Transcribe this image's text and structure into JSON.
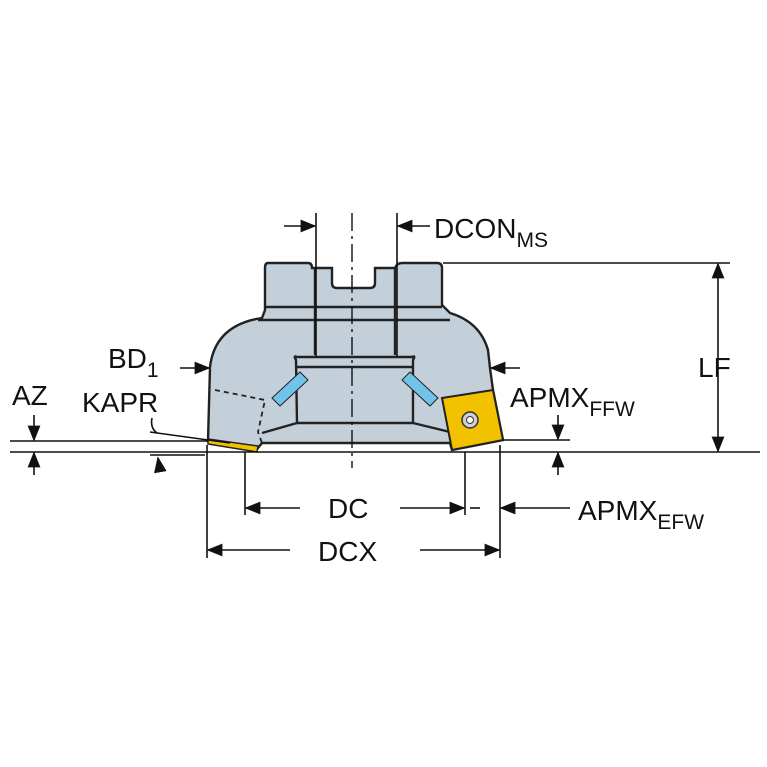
{
  "title": "Face milling cutter dimension drawing",
  "colors": {
    "body": "#c4d0d9",
    "insert": "#f2c200",
    "coolant": "#72c3ea",
    "line": "#111111"
  },
  "labels": {
    "dcon": {
      "main": "DCON",
      "sub": "MS"
    },
    "lf": "LF",
    "bd": {
      "main": "BD",
      "sub": "1"
    },
    "az": "AZ",
    "kapr": "KAPR",
    "apmx_ffw": {
      "main": "APMX",
      "sub": "FFW"
    },
    "dc": "DC",
    "apmx_efw": {
      "main": "APMX",
      "sub": "EFW"
    },
    "dcx": "DCX"
  }
}
